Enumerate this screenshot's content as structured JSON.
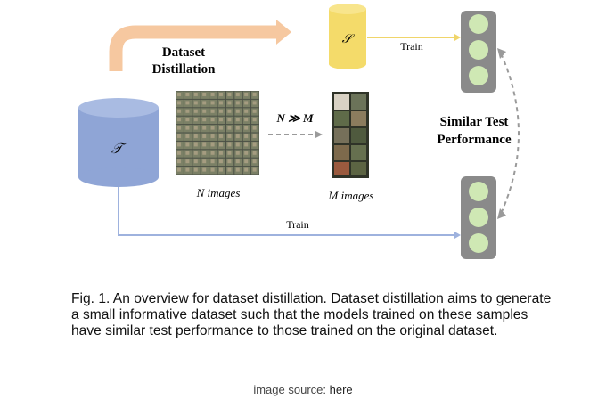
{
  "figure": {
    "distill_label_line1": "Dataset",
    "distill_label_line2": "Distillation",
    "small_set_symbol": "𝒮",
    "large_set_symbol": "𝒯",
    "train_label_top": "Train",
    "train_label_bottom": "Train",
    "ratio_label": "N ≫ M",
    "n_images_label": "N images",
    "m_images_label": "M images",
    "similar_line1": "Similar Test",
    "similar_line2": "Performance"
  },
  "caption": {
    "text": "Fig. 1. An overview for dataset distillation. Dataset distillation aims to generate a small informative dataset such that the models trained on these samples have similar test performance to those trained on the original dataset."
  },
  "source": {
    "prefix": "image source: ",
    "link_text": "here"
  },
  "colors": {
    "big_cylinder": "#8fa5d6",
    "small_cylinder": "#f4db6a",
    "arrow_orange": "#f6c8a0",
    "train_line_top": "#f0d56a",
    "train_line_bottom": "#9eb2de",
    "light_panel": "#8a8a8a",
    "light_green": "#cfe8b4"
  }
}
